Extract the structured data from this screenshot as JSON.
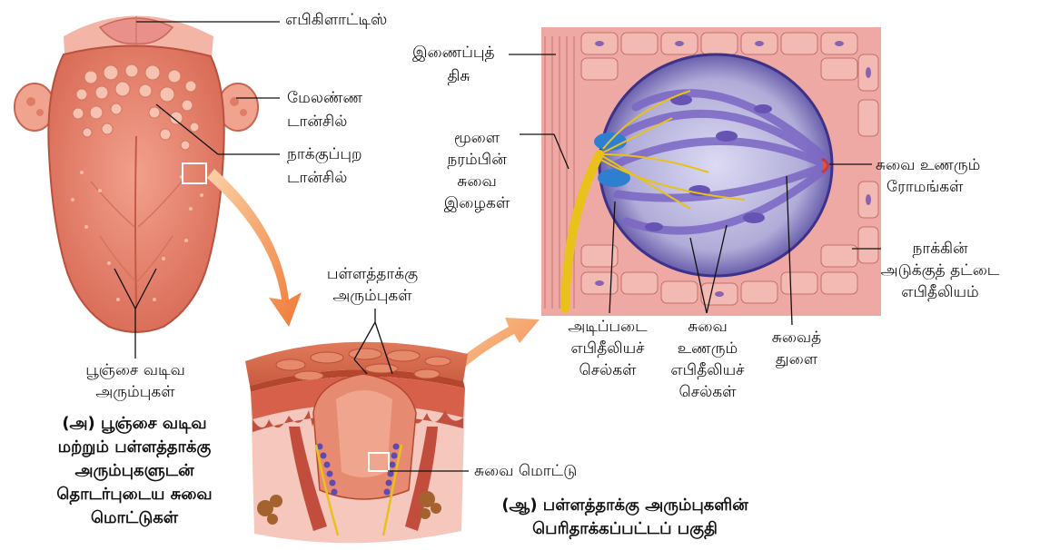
{
  "colors": {
    "tongue": "#e8866f",
    "tongue_dark": "#c85c48",
    "membrane": "#eea9a4",
    "bud_purple": "#6f5ab8",
    "bud_light": "#c8c6ee",
    "nerve": "#e8c21a",
    "arrow": "#f39a4e"
  },
  "labels": {
    "epiglottis": "எபிகிளாட்டிஸ்",
    "palatine_1": "மேலண்ண",
    "palatine_2": "டான்சில்",
    "lingual_1": "நாக்குப்புற",
    "lingual_2": "டான்சில்",
    "fungi_1": "பூஞ்சை வடிவ",
    "fungi_2": "அரும்புகள்",
    "vallate_1": "பள்ளத்தாக்கு",
    "vallate_2": "அரும்புகள்",
    "bud": "சுவை மொட்டு",
    "conn_1": "இணைப்புத்",
    "conn_2": "திசு",
    "nerve_1": "மூளை",
    "nerve_2": "நரம்பின்",
    "nerve_3": "சுவை",
    "nerve_4": "இழைகள்",
    "hair_1": "சுவை உணரும்",
    "hair_2": "ரோமங்கள்",
    "strat_1": "நாக்கின்",
    "strat_2": "அடுக்குத் தட்டை",
    "strat_3": "எபிதீலியம்",
    "basal_1": "அடிப்படை",
    "basal_2": "எபிதீலியச்",
    "basal_3": "செல்கள்",
    "recep_1": "சுவை",
    "recep_2": "உணரும்",
    "recep_3": "எபிதீலியச்",
    "recep_4": "செல்கள்",
    "pore_1": "சுவைத்",
    "pore_2": "துளை"
  },
  "captions": {
    "a": [
      "(அ) பூஞ்சை வடிவ",
      "மற்றும் பள்ளத்தாக்கு",
      "அரும்புகளுடன்",
      "தொடர்புடைய சுவை",
      "மொட்டுகள்"
    ],
    "b": [
      "(ஆ) பள்ளத்தாக்கு அரும்புகளின்",
      "பெரிதாக்கப்பட்டப் பகுதி"
    ]
  }
}
